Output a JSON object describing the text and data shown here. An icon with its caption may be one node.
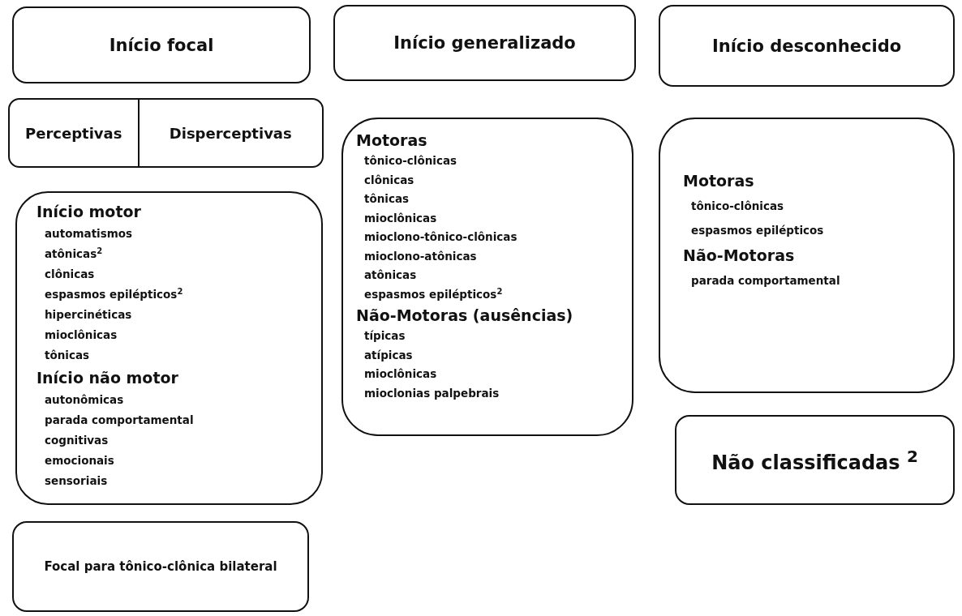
{
  "diagram": {
    "nodes": [
      {
        "text": [
          "Início focal"
        ]
      },
      {
        "text": [
          "Início generalizado"
        ]
      },
      {
        "text": [
          "Início desconhecido"
        ]
      },
      {
        "text": [
          "Perceptivas",
          "Disperceptivas"
        ]
      },
      {
        "text": [
          "Início motor",
          "automatismos",
          "atônicas$^{2}$",
          "clônicas",
          "espasmos epilépticos$^{2}$",
          "hipercinéticas",
          "mioclônicas",
          "tônicas",
          "Início não motor",
          "autonômicas",
          "parada comportamental",
          "cognitivas",
          "emocionais",
          "sensoriais"
        ]
      },
      {
        "text": [
          "Focal para tônico-clônica bilateral"
        ]
      },
      {
        "text": [
          "Motoras",
          "tônico-clônicas",
          "clônicas",
          "tônicas",
          "mioclônicas",
          "mioclono-tônico-clônicas",
          "mioclono-atônicas",
          "atônicas",
          "espasmos epilépticos$^{2}$",
          "Não-Motoras (ausências)",
          "típicas",
          "atípicas",
          "mioclônicas",
          "mioclonias palpebrais"
        ]
      },
      {
        "text": [
          "Motoras",
          "tônico-clônicas",
          "espasmos epilépticos",
          "Não-Motoras",
          "parada comportamental"
        ]
      },
      {
        "text": [
          "Não classificadas $^{2}$"
        ]
      }
    ]
  }
}
